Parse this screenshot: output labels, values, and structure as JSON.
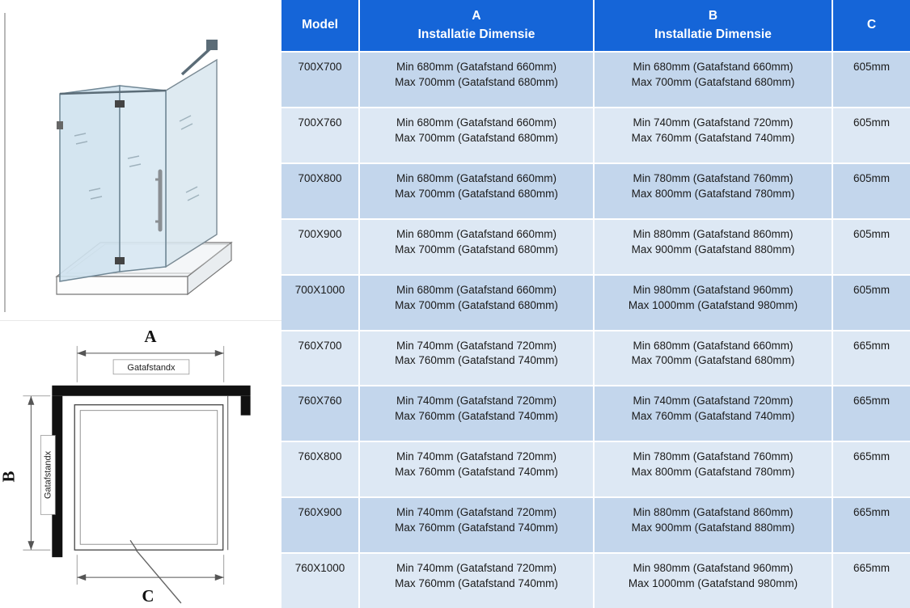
{
  "left_panel": {
    "iso_diagram_name": "shower-enclosure-isometric-view",
    "plan_diagram": {
      "label_a": "A",
      "label_b": "B",
      "label_c": "C",
      "dim_top_label": "Gatafstandx",
      "dim_left_label": "Gatafstandx"
    }
  },
  "table": {
    "headers": {
      "model": "Model",
      "a_title": "A",
      "a_subtitle": "Installatie Dimensie",
      "b_title": "B",
      "b_subtitle": "Installatie Dimensie",
      "c": "C"
    },
    "rows": [
      {
        "model": "700X700",
        "a_min": "Min 680mm (Gatafstand 660mm)",
        "a_max": "Max 700mm (Gatafstand 680mm)",
        "b_min": "Min 680mm (Gatafstand 660mm)",
        "b_max": "Max 700mm (Gatafstand 680mm)",
        "c": "605mm"
      },
      {
        "model": "700X760",
        "a_min": "Min 680mm (Gatafstand 660mm)",
        "a_max": "Max 700mm (Gatafstand 680mm)",
        "b_min": "Min 740mm (Gatafstand 720mm)",
        "b_max": "Max 760mm (Gatafstand 740mm)",
        "c": "605mm"
      },
      {
        "model": "700X800",
        "a_min": "Min 680mm (Gatafstand 660mm)",
        "a_max": "Max 700mm (Gatafstand 680mm)",
        "b_min": "Min 780mm (Gatafstand 760mm)",
        "b_max": "Max 800mm (Gatafstand 780mm)",
        "c": "605mm"
      },
      {
        "model": "700X900",
        "a_min": "Min 680mm (Gatafstand 660mm)",
        "a_max": "Max 700mm (Gatafstand 680mm)",
        "b_min": "Min 880mm (Gatafstand 860mm)",
        "b_max": "Max 900mm (Gatafstand 880mm)",
        "c": "605mm"
      },
      {
        "model": "700X1000",
        "a_min": "Min 680mm (Gatafstand 660mm)",
        "a_max": "Max 700mm (Gatafstand 680mm)",
        "b_min": "Min 980mm (Gatafstand 960mm)",
        "b_max": "Max 1000mm (Gatafstand 980mm)",
        "c": "605mm"
      },
      {
        "model": "760X700",
        "a_min": "Min 740mm (Gatafstand 720mm)",
        "a_max": "Max 760mm (Gatafstand 740mm)",
        "b_min": "Min 680mm (Gatafstand 660mm)",
        "b_max": "Max 700mm (Gatafstand 680mm)",
        "c": "665mm"
      },
      {
        "model": "760X760",
        "a_min": "Min 740mm (Gatafstand 720mm)",
        "a_max": "Max 760mm (Gatafstand 740mm)",
        "b_min": "Min 740mm (Gatafstand 720mm)",
        "b_max": "Max 760mm (Gatafstand 740mm)",
        "c": "665mm"
      },
      {
        "model": "760X800",
        "a_min": "Min 740mm (Gatafstand 720mm)",
        "a_max": "Max 760mm (Gatafstand 740mm)",
        "b_min": "Min 780mm (Gatafstand 760mm)",
        "b_max": "Max 800mm (Gatafstand 780mm)",
        "c": "665mm"
      },
      {
        "model": "760X900",
        "a_min": "Min 740mm (Gatafstand 720mm)",
        "a_max": "Max 760mm (Gatafstand 740mm)",
        "b_min": "Min 880mm (Gatafstand 860mm)",
        "b_max": "Max 900mm (Gatafstand 880mm)",
        "c": "665mm"
      },
      {
        "model": "760X1000",
        "a_min": "Min 740mm (Gatafstand 720mm)",
        "a_max": "Max 760mm (Gatafstand 740mm)",
        "b_min": "Min 980mm (Gatafstand 960mm)",
        "b_max": "Max 1000mm (Gatafstand 980mm)",
        "c": "665mm"
      }
    ]
  },
  "colors": {
    "header_bg": "#1565d8",
    "header_text": "#ffffff",
    "row_alt_dark": "#c3d6ec",
    "row_alt_light": "#dde8f4",
    "body_text": "#1a1a1a"
  }
}
